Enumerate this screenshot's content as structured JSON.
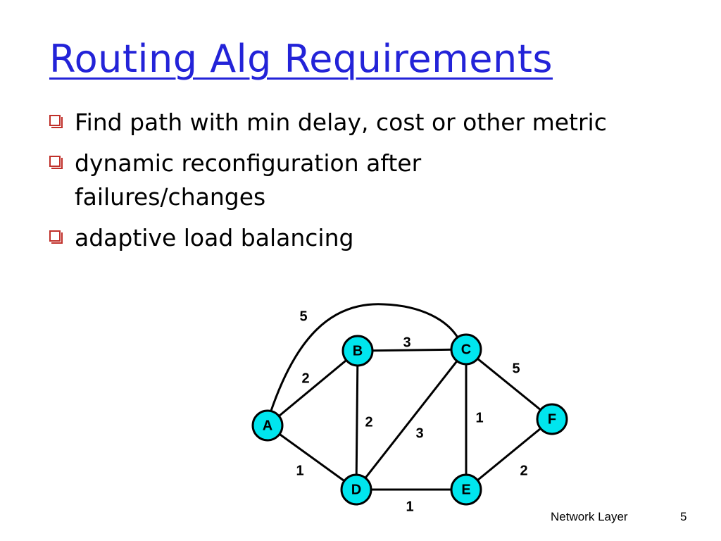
{
  "slide": {
    "title": "Routing Alg Requirements",
    "bullets": [
      "Find path with min delay, cost or other metric",
      "dynamic reconfiguration after failures/changes",
      "adaptive load balancing"
    ],
    "footer_label": "Network Layer",
    "page_number": "5"
  },
  "graph": {
    "node_color": "#00e5ee",
    "nodes": [
      {
        "id": "A",
        "label": "A"
      },
      {
        "id": "B",
        "label": "B"
      },
      {
        "id": "C",
        "label": "C"
      },
      {
        "id": "D",
        "label": "D"
      },
      {
        "id": "E",
        "label": "E"
      },
      {
        "id": "F",
        "label": "F"
      }
    ],
    "edges": [
      {
        "from": "A",
        "to": "B",
        "weight": "2"
      },
      {
        "from": "A",
        "to": "C",
        "weight": "5"
      },
      {
        "from": "A",
        "to": "D",
        "weight": "1"
      },
      {
        "from": "B",
        "to": "C",
        "weight": "3"
      },
      {
        "from": "B",
        "to": "D",
        "weight": "2"
      },
      {
        "from": "C",
        "to": "D",
        "weight": "3"
      },
      {
        "from": "C",
        "to": "E",
        "weight": "1"
      },
      {
        "from": "C",
        "to": "F",
        "weight": "5"
      },
      {
        "from": "D",
        "to": "E",
        "weight": "1"
      },
      {
        "from": "E",
        "to": "F",
        "weight": "2"
      }
    ]
  }
}
